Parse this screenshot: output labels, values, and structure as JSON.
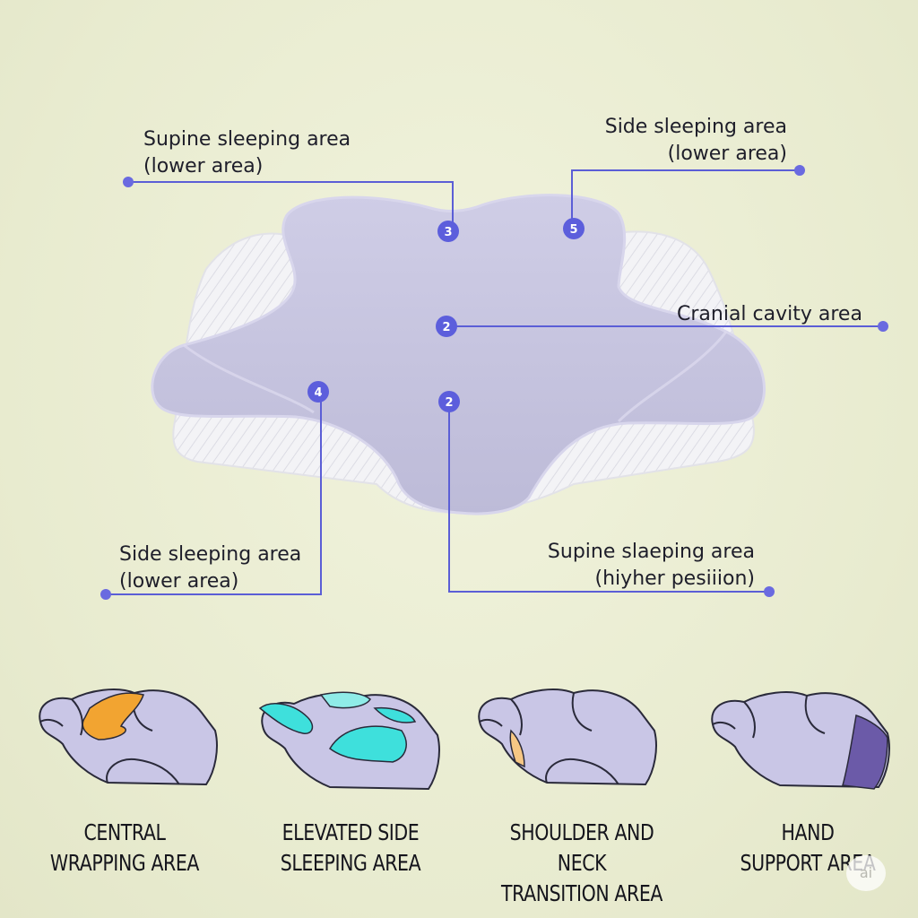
{
  "colors": {
    "background": "#eceed6",
    "pillow": "#c8c6e0",
    "pillow_side": "#f4f4f6",
    "line": "#5b5ed6",
    "marker": "#6a6ae0",
    "central_highlight": "#f2a431",
    "elevated_highlight": "#3ee0dc",
    "shoulder_highlight": "#f6c784",
    "hand_highlight": "#6b5aa8"
  },
  "callouts": {
    "top_left": {
      "line1": "Supine sleeping area",
      "line2": "(lower area)",
      "badge": "3"
    },
    "top_right": {
      "line1": "Side sleeping area",
      "line2": "(lower area)",
      "badge": "5"
    },
    "middle_right": {
      "line1": "Cranial cavity area",
      "badge": "2"
    },
    "bottom_left": {
      "line1": "Side sleeping area",
      "line2": "(lower area)",
      "badge": "4"
    },
    "bottom_right": {
      "line1": "Supine slaeping area",
      "line2": "(hiyher pesiiion)",
      "badge": "2"
    }
  },
  "zones": [
    {
      "line1": "CENTRAL",
      "line2": "WRAPPING AREA",
      "highlight": "central_highlight"
    },
    {
      "line1": "ELEVATED SIDE",
      "line2": "SLEEPING AREA",
      "highlight": "elevated_highlight"
    },
    {
      "line1": "SHOULDER AND NECK",
      "line2": "TRANSITION AREA",
      "highlight": "shoulder_highlight"
    },
    {
      "line1": "HAND",
      "line2": "SUPPORT AREA",
      "highlight": "hand_highlight"
    }
  ],
  "watermark": "ai"
}
